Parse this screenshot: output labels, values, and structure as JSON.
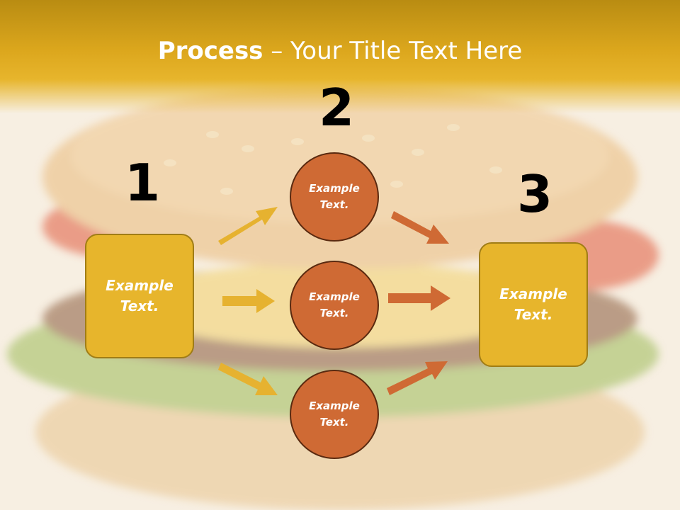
{
  "slide": {
    "title_bold": "Process",
    "title_rest": " – Your Title Text Here",
    "steps": {
      "one": "1",
      "two": "2",
      "three": "3"
    },
    "left_box": "Example\nText.",
    "right_box": "Example\nText.",
    "circles": [
      "Example\nText.",
      "Example\nText.",
      "Example\nText."
    ]
  },
  "colors": {
    "accent_yellow": "#e7b52c",
    "accent_orange": "#cf6a34",
    "header_gold": "#b98c12"
  },
  "background_image": "blurred hamburger photo"
}
